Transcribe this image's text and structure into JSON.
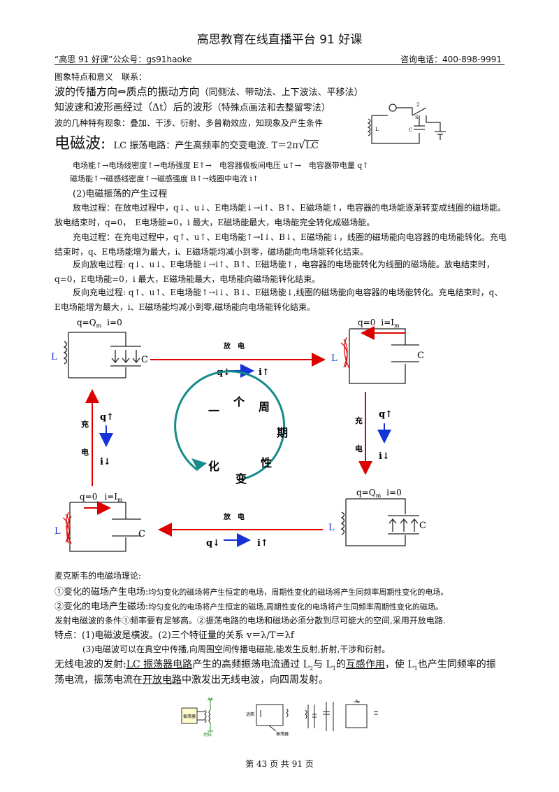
{
  "header": {
    "title": "高思教育在线直播平台 91 好课",
    "left": "“高思 91 好课”公众号：gs91haoke",
    "right": "咨询电话：400-898-9991"
  },
  "section_top": {
    "line1": "图象特点和意义　联系：",
    "line2_main": "波的传播方向⇔质点的振动方向",
    "line2_note": "（同侧法、带动法、上下波法、平移法）",
    "line3_main": "知波速和波形画经过（Δt）后的波形",
    "line3_note": "（特殊点画法和去整留零法）",
    "line4": "波的几种特有现象：叠加、干涉、衍射、多普勒效应，知现象及产生条件"
  },
  "em": {
    "title": "电磁波:",
    "lc_text": "LC 振荡电路：产生高频率的交变电流. T＝2π",
    "lc_sqrt": "LC",
    "chain1": "电场能↑→电场线密度↑→电场强度 E↑→　电容器极板间电压 u↑→　电容器带电量 q↑",
    "chain2": "磁场能↑→磁感线密度↑→磁感强度 B↑→线圈中电流 i↑",
    "process_title": "(2)电磁振荡的产生过程",
    "discharge": "放电过程：在放电过程中，q↓、u↓、E电场能↓→i↑、B↑、E磁场能↑，电容器的电场能逐渐转变成线圈的磁场能。放电结束时，q=0，　E电场能=0，i 最大，E磁场能最大，电场能完全转化成磁场能。",
    "charge": "充电过程：在充电过程中，q↑、u↑、E电场能↑→I↓、B↓、E磁场能↓，线圈的磁场能向电容器的电场能转化。充电结束时，q、E电场能增为最大，i、E磁场能均减小到零，磁场能向电场能转化结束。",
    "rev_discharge": "反向放电过程: q↓、u↓、E电场能↓→i↑、B↑、E磁场能↑，电容器的电场能转化为线圈的磁场能。放电结束时，q=0，E电场能=0，i 最大，E磁场能最大，电场能向磁场能转化结束。",
    "rev_charge": "反向充电过程: q↑、u↑、E电场能↑→i↓、B↓、E磁场能↓,线圈的磁场能向电容器的电场能转化。充电结束时，q、E电场能增为最大，i、E磁场能均减小到零,磁场能向电场能转化结束。"
  },
  "cycle": {
    "tl_label": "q=Q",
    "tl_sub": "m",
    "tl_i": "i=0",
    "tr_q": "q=0",
    "tr_i": "i=I",
    "tr_sub": "m",
    "br_label": "q=Q",
    "br_sub": "m",
    "br_i": "i=0",
    "bl_q": "q=0",
    "bl_i": "i=I",
    "bl_sub": "m",
    "L": "L",
    "C": "C",
    "top_word": "放　电",
    "bottom_word": "放　电",
    "left_word1": "充",
    "left_word2": "电",
    "right_word1": "充",
    "right_word2": "电",
    "q_down": "q↓",
    "i_up": "i↑",
    "q_up": "q↑",
    "i_down": "i↓",
    "circle_chars": [
      "一",
      "个",
      "周",
      "期",
      "性",
      "变",
      "化"
    ]
  },
  "maxwell": {
    "title": "麦克斯韦的电磁场理论:",
    "p1_main": "①变化的磁场产生电场:",
    "p1_note": "均匀变化的磁场将产生恒定的电场，周期性变化的磁场将产生同频率周期性变化的电场。",
    "p2_main": "②变化的电场产生磁场:",
    "p2_note": "均匀变化的电场将产生恒定的磁场,周期性变化的电场将产生同频率周期性变化的磁场。",
    "p3": "发射电磁波的条件①频率要有足够高。②振荡电路的电场和磁场必须分散到尽可能大的空间,采用开放电路.",
    "p4": "特点：(1)电磁波是横波。(2)三个特征量的关系 v＝λ/T＝λf",
    "p5": "(3)电磁波可以在真空中传播,向周围空间传播电磁能,能发生反射,折射,干涉和衍射。",
    "p6_a": "无线电波的发射:",
    "p6_b": "LC 振荡器电路",
    "p6_c": "产生的高频振荡电流通过 L",
    "p6_d": "与 L",
    "p6_e": "的",
    "p6_f": "互感作用",
    "p6_g": "，使 L",
    "p6_h": "也产生同频率的振",
    "p7_a": "荡电流，振荡电流在",
    "p7_b": "开放电路",
    "p7_c": "中激发出无线电波，向四周发射。",
    "sub2": "2",
    "sub1": "1"
  },
  "circuits_bottom": {
    "osc_box": "振荡器",
    "ground": "地线",
    "mic": "话筒",
    "osc2": "振荡器"
  },
  "footer": "第 43 页 共 91 页"
}
